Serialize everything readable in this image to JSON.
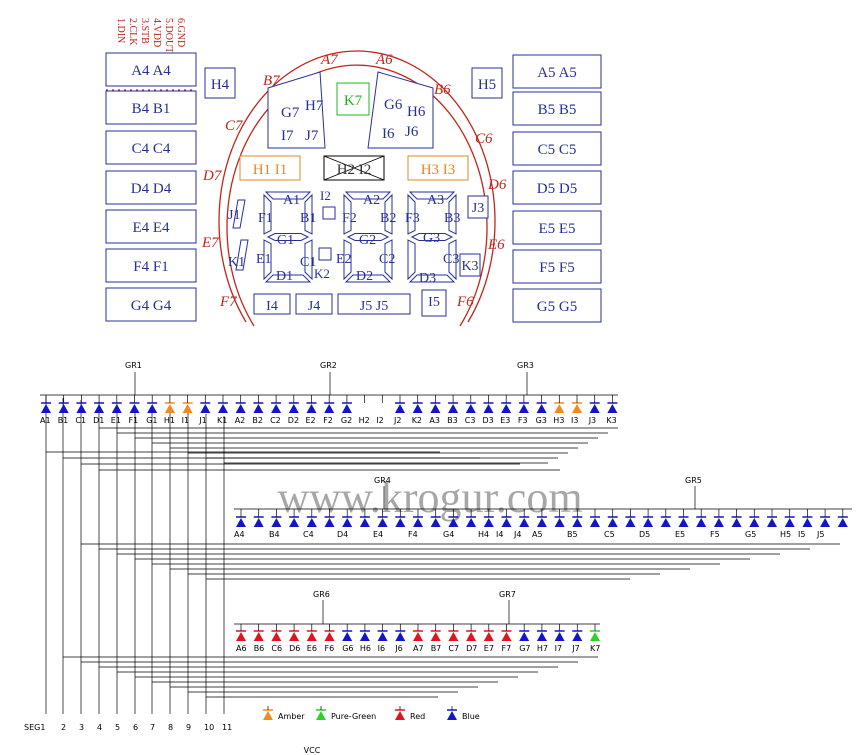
{
  "pins": [
    "1.DIN",
    "2.CLK",
    "3.STB",
    "4.VDD",
    "5.DOUT",
    "6.GND"
  ],
  "left_boxes": [
    "A4  A4",
    "B4  B1",
    "C4  C4",
    "D4  D4",
    "E4  E4",
    "F4  F1",
    "G4  G4"
  ],
  "right_boxes": [
    "A5  A5",
    "B5  B5",
    "C5  C5",
    "D5  D5",
    "E5  E5",
    "F5  F5",
    "G5  G5"
  ],
  "h4": "H4",
  "h5": "H5",
  "arc_labels": [
    "A7",
    "A6",
    "B7",
    "B6",
    "C7",
    "C6",
    "D7",
    "D6",
    "E7",
    "E6",
    "F7",
    "F6"
  ],
  "k7": "K7",
  "g7": "G7",
  "h7": "H7",
  "i7": "I7",
  "j7": "J7",
  "g6": "G6",
  "h6": "H6",
  "i6": "I6",
  "j6": "J6",
  "h1i1": "H1  I1",
  "h2i2": "H2  I2",
  "h3i3": "H3  I3",
  "digit_labels": [
    "A1",
    "B1",
    "C1",
    "D1",
    "E1",
    "F1",
    "G1",
    "A2",
    "B2",
    "C2",
    "D2",
    "E2",
    "F2",
    "G2",
    "A3",
    "B3",
    "C3",
    "D3",
    "F3",
    "G3"
  ],
  "j1": "J1",
  "j3": "J3",
  "k1": "K1",
  "k3": "K3",
  "i2": "I2",
  "k2": "K2",
  "bottom_boxes": [
    "I4",
    "J4",
    "J5  J5",
    "I5"
  ],
  "groups": [
    "GR1",
    "GR2",
    "GR3",
    "GR4",
    "GR5",
    "GR6",
    "GR7"
  ],
  "row1_labels": [
    "A1",
    "B1",
    "C1",
    "D1",
    "E1",
    "F1",
    "G1",
    "H1",
    "I1",
    "J1",
    "K1",
    "A2",
    "B2",
    "C2",
    "D2",
    "E2",
    "F2",
    "G2",
    "H2",
    "I2",
    "J2",
    "K2",
    "A3",
    "B3",
    "C3",
    "D3",
    "E3",
    "F3",
    "G3",
    "H3",
    "I3",
    "J3",
    "K3"
  ],
  "row2_labels": [
    "A4",
    "B4",
    "C4",
    "D4",
    "E4",
    "F4",
    "G4",
    "H4",
    "I4",
    "J4",
    "A5",
    "B5",
    "C5",
    "D5",
    "E5",
    "F5",
    "G5",
    "H5",
    "I5",
    "J5"
  ],
  "row3_labels": [
    "A6",
    "B6",
    "C6",
    "D6",
    "E6",
    "F6",
    "G6",
    "H6",
    "I6",
    "J6",
    "A7",
    "B7",
    "C7",
    "D7",
    "E7",
    "F7",
    "G7",
    "H7",
    "I7",
    "J7",
    "K7"
  ],
  "seg_labels": [
    "SEG1",
    "2",
    "3",
    "4",
    "5",
    "6",
    "7",
    "8",
    "9",
    "10",
    "11"
  ],
  "legend": [
    {
      "name": "Amber",
      "color": "#f08c1e"
    },
    {
      "name": "Pure-Green",
      "color": "#2ed12e"
    },
    {
      "name": "Red",
      "color": "#e0141e"
    },
    {
      "name": "Blue",
      "color": "#1414c8"
    }
  ],
  "watermark": "www.krogur.com",
  "vcc": "VCC"
}
